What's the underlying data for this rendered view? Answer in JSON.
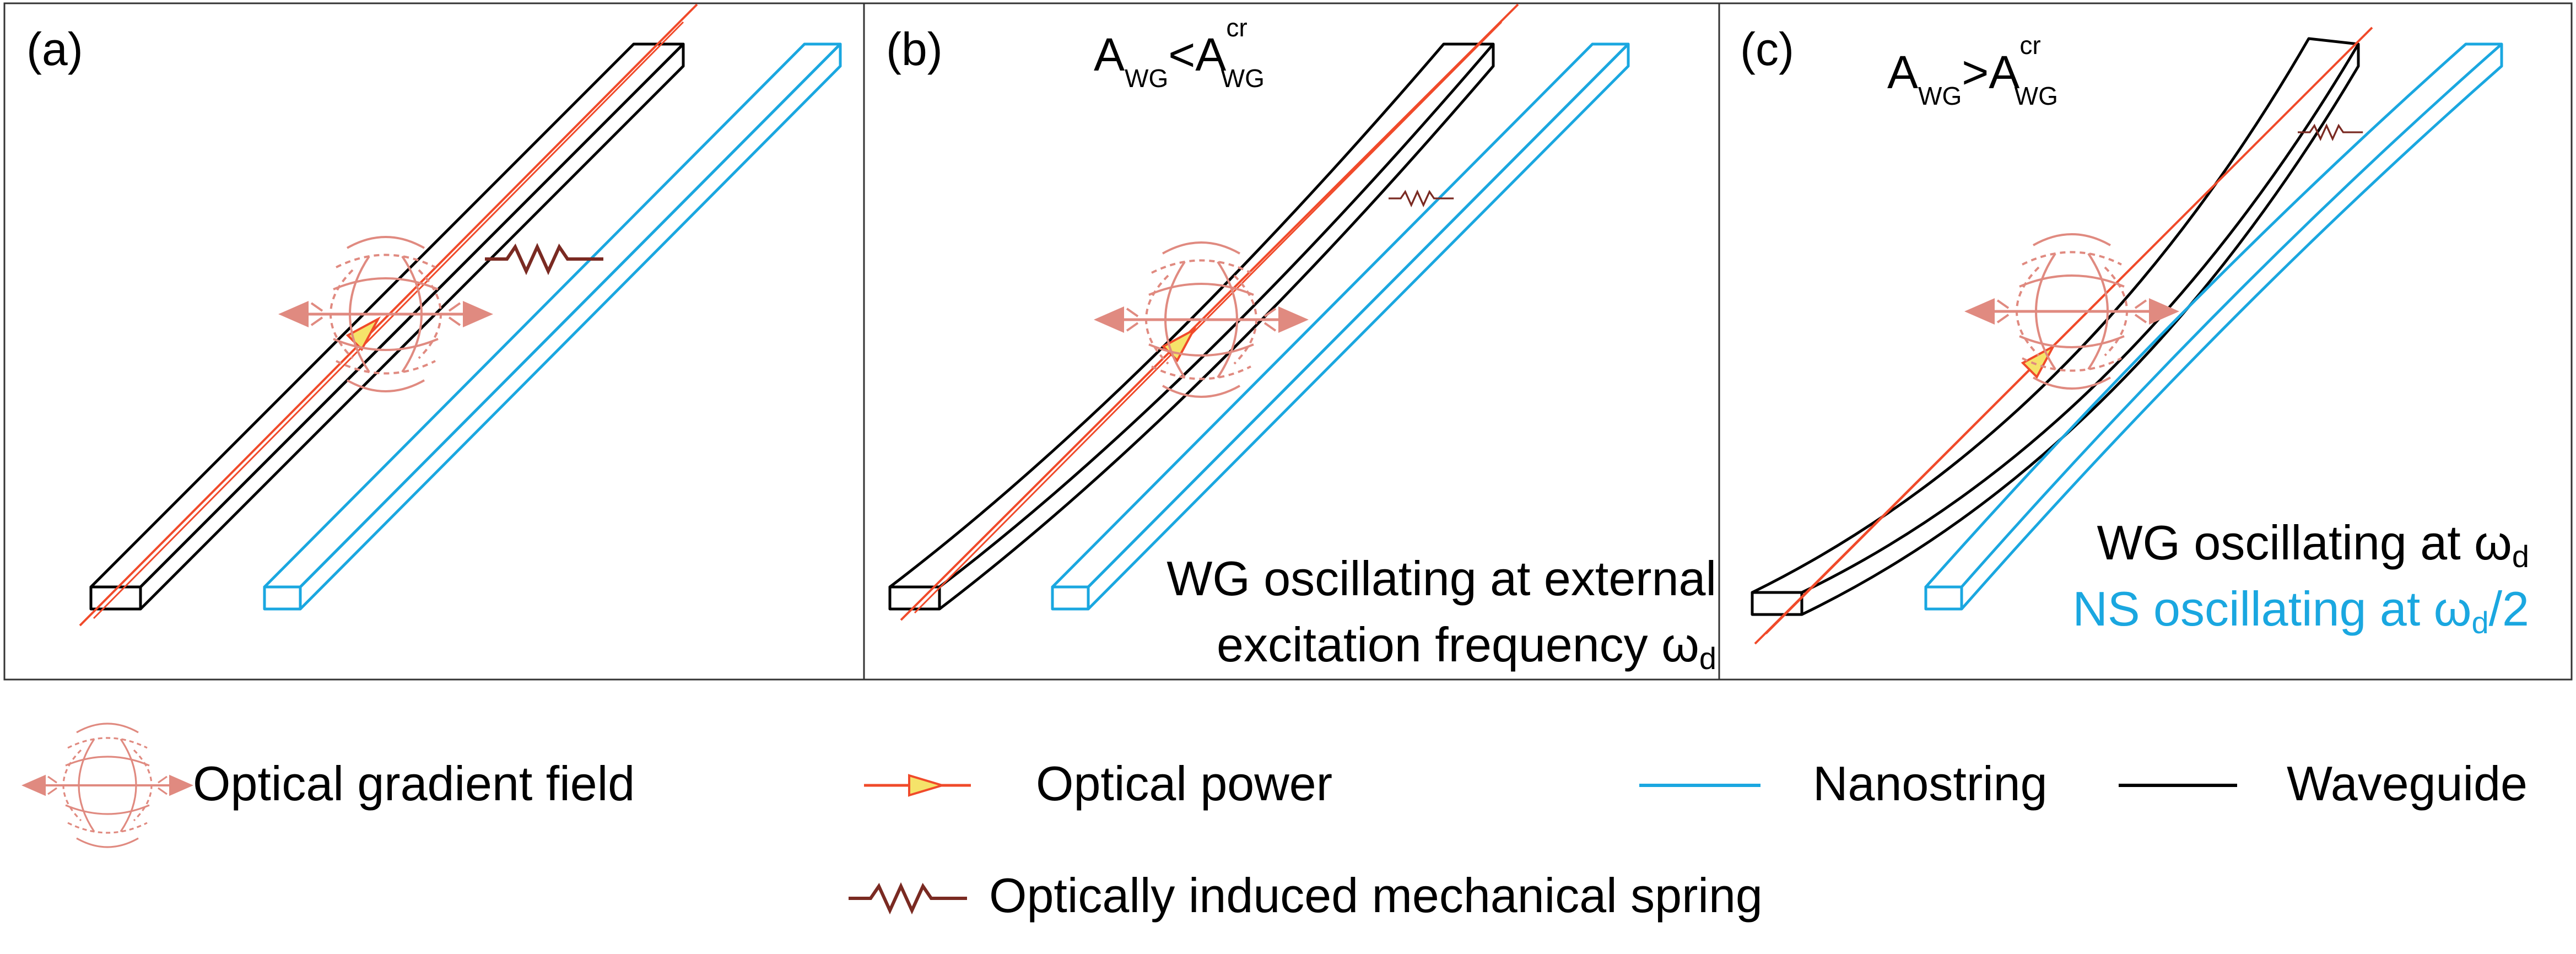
{
  "panels": [
    {
      "label": "(a)"
    },
    {
      "label": "(b)",
      "condition": {
        "left": "A",
        "left_sub": "WG",
        "op": "<",
        "right": "A",
        "right_sup": "cr",
        "right_sub": "WG"
      },
      "caption_line1": "WG oscillating at external",
      "caption_line2_pre": "excitation frequency ω",
      "caption_line2_sub": "d"
    },
    {
      "label": "(c)",
      "condition": {
        "left": "A",
        "left_sub": "WG",
        "op": ">",
        "right": "A",
        "right_sup": "cr",
        "right_sub": "WG"
      },
      "caption_line1_pre": "WG oscillating at ω",
      "caption_line1_sub": "d",
      "caption_line2_pre": "NS oscillating at ω",
      "caption_line2_sub": "d",
      "caption_line2_post": "/2"
    }
  ],
  "legend": {
    "gradient_field": "Optical gradient field",
    "optical_power": "Optical power",
    "nanostring": "Nanostring",
    "waveguide": "Waveguide",
    "spring": "Optically induced mechanical spring"
  },
  "colors": {
    "waveguide": "#000000",
    "nanostring": "#1aa7e0",
    "optical_power": "#f04a2a",
    "gradient_field": "#e08a80",
    "spring": "#7a2a22",
    "arrow_fill": "#f5e36a",
    "caption_ns": "#1aa7e0"
  }
}
